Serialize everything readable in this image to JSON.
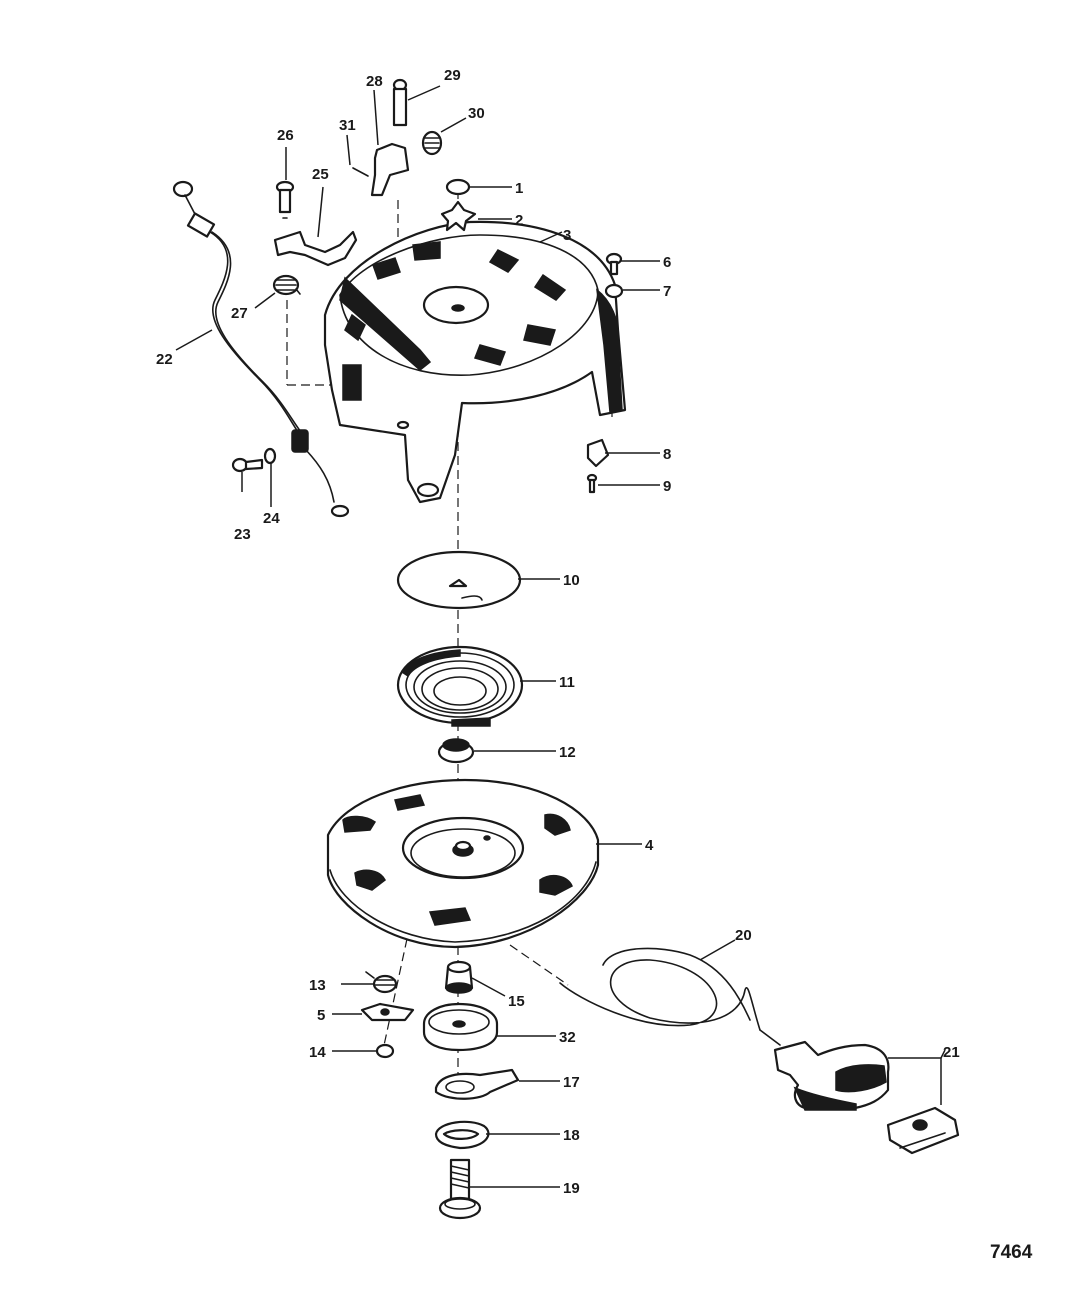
{
  "figure_number": "7464",
  "callouts": {
    "c1": "1",
    "c2": "2",
    "c3": "3",
    "c4": "4",
    "c5": "5",
    "c6": "6",
    "c7": "7",
    "c8": "8",
    "c9": "9",
    "c10": "10",
    "c11": "11",
    "c12": "12",
    "c13": "13",
    "c14": "14",
    "c15": "15",
    "c17": "17",
    "c18": "18",
    "c19": "19",
    "c20": "20",
    "c21": "21",
    "c22": "22",
    "c23": "23",
    "c24": "24",
    "c25": "25",
    "c26": "26",
    "c27": "27",
    "c28": "28",
    "c29": "29",
    "c30": "30",
    "c31": "31",
    "c32": "32"
  }
}
